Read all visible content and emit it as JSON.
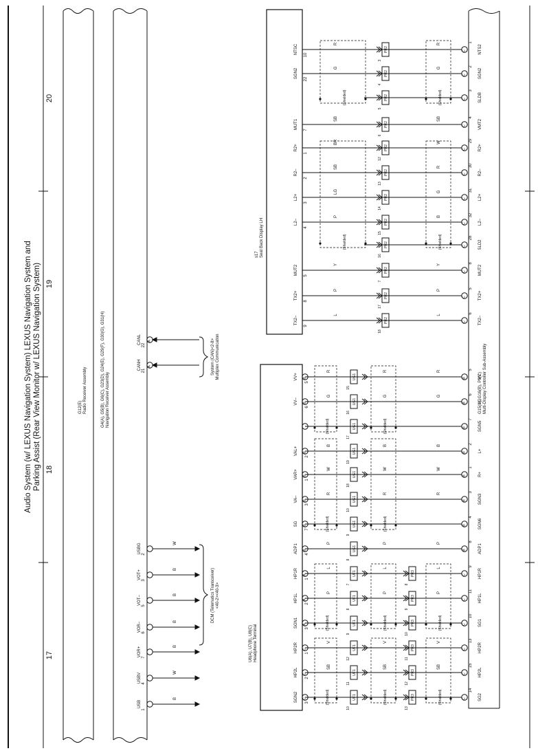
{
  "title_line1": "Audio System (w/ LEXUS Navigation System)  LEXUS Navigation System and",
  "title_line2": "Parking Assist (Rear View Monitor w/ LEXUS Navigation System)",
  "page_markers": [
    "20",
    "19",
    "18",
    "17"
  ],
  "g12_label": "G12(E)",
  "g12_name": "Radio Receiver Assembly",
  "nav_label": "G4(A), G5(B), G6(C), G23(D), G24(E), G29(F), G30(G), G31(H)",
  "nav_name": "Navigation Receiver Assembly",
  "s17_label": "s17",
  "s17_name": "Seat Back Display LH",
  "u6_label": "U6(A), U7(B), U8(C)",
  "u6_name": "Headphone Terminal",
  "g15_label": "G15(A), G16(B), P9(C)",
  "g15_name": "Multi-Display Controller Sub-Assembly",
  "dcm_label": "DCM (Telematics Transceiver)",
  "dcm_ref": "<40-2><40-3>",
  "mpx_line1": "Multiplex Communication",
  "mpx_line2": "System (CAN)<2-8>",
  "can_pins": [
    {
      "pin": "22",
      "name": "CANL",
      "conn": "A"
    },
    {
      "pin": "21",
      "name": "CANH",
      "conn": "A"
    }
  ],
  "dcm_pins": [
    {
      "pin": "2",
      "name": "USBG",
      "color": "W"
    },
    {
      "pin": "3",
      "name": "VOT+",
      "color": "B"
    },
    {
      "pin": "5",
      "name": "VOT–",
      "color": "B"
    },
    {
      "pin": "6",
      "name": "VOR–",
      "color": "B"
    },
    {
      "pin": "7",
      "name": "VOR+",
      "color": "B"
    },
    {
      "pin": "4",
      "name": "USBV",
      "color": "W"
    },
    {
      "pin": "1",
      "name": "USB",
      "color": "B"
    }
  ],
  "s17_wires": [
    {
      "lpin": "10",
      "lname": "NTSC",
      "c1": "R",
      "junction": "PR2",
      "jpin": "3",
      "c2": "R",
      "rpin": "1",
      "rconn": "C",
      "rname": "NTS2"
    },
    {
      "lpin": "22",
      "lname": "SGN2",
      "c1": "G",
      "junction": "PR2",
      "jpin": "4",
      "c2": "G",
      "rpin": "2",
      "rconn": "C",
      "rname": "SGN2"
    },
    {
      "lpin": "",
      "lname": "",
      "c1": "",
      "junction": "PR2",
      "jpin": "5",
      "c2": "",
      "rpin": "3",
      "rconn": "C",
      "rname": "SLDB"
    },
    {
      "lpin": "7",
      "lname": "MUT1",
      "c1": "SB",
      "junction": "PR2",
      "jpin": "6",
      "c2": "SB",
      "rpin": "4",
      "rconn": "C",
      "rname": "VMT2"
    },
    {
      "lpin": "1",
      "lname": "R2+",
      "c1": "BR",
      "junction": "PR2",
      "jpin": "12",
      "c2": "W",
      "rpin": "29",
      "rconn": "C",
      "rname": "R2+"
    },
    {
      "lpin": "2",
      "lname": "R2–",
      "c1": "SB",
      "junction": "PR2",
      "jpin": "13",
      "c2": "R",
      "rpin": "30",
      "rconn": "C",
      "rname": "R2–"
    },
    {
      "lpin": "3",
      "lname": "L2+",
      "c1": "LG",
      "junction": "PR2",
      "jpin": "14",
      "c2": "G",
      "rpin": "31",
      "rconn": "C",
      "rname": "L2+"
    },
    {
      "lpin": "4",
      "lname": "L2–",
      "c1": "P",
      "junction": "PR2",
      "jpin": "15",
      "c2": "B",
      "rpin": "32",
      "rconn": "C",
      "rname": "L2–"
    },
    {
      "lpin": "",
      "lname": "",
      "c1": "",
      "junction": "PR2",
      "jpin": "16",
      "c2": "",
      "rpin": "28",
      "rconn": "C",
      "rname": "SLD2"
    },
    {
      "lpin": "5",
      "lname": "MUT2",
      "c1": "Y",
      "junction": "PR2",
      "jpin": "7",
      "c2": "Y",
      "rpin": "8",
      "rconn": "C",
      "rname": "MUT2"
    },
    {
      "lpin": "8",
      "lname": "TX2+",
      "c1": "P",
      "junction": "PR2",
      "jpin": "17",
      "c2": "P",
      "rpin": "5",
      "rconn": "C",
      "rname": "TX2+"
    },
    {
      "lpin": "9",
      "lname": "TX2–",
      "c1": "L",
      "junction": "PR2",
      "jpin": "18",
      "c2": "L",
      "rpin": "6",
      "rconn": "C",
      "rname": "TX2–"
    }
  ],
  "u6_wires": [
    {
      "lpin": "5",
      "lconn": "B",
      "lname": "VV+",
      "c1": "R",
      "j1": "UG1",
      "j1pin": "15",
      "j2": "",
      "j2pin": "",
      "c2": "R",
      "c3": "R",
      "rpin": "5",
      "rconn": "B",
      "rname": "VV"
    },
    {
      "lpin": "6",
      "lconn": "B",
      "lname": "VV–",
      "c1": "G",
      "j1": "UG1",
      "j1pin": "16",
      "j2": "",
      "j2pin": "",
      "c2": "G",
      "c3": "G",
      "rpin": "6",
      "rconn": "B",
      "rname": "VG"
    },
    {
      "lpin": "",
      "lconn": "",
      "lname": "",
      "c1": "",
      "j1": "UG1",
      "j1pin": "17",
      "j2": "",
      "j2pin": "",
      "c2": "",
      "c3": "",
      "rpin": "7",
      "rconn": "B",
      "rname": "SGN5"
    },
    {
      "lpin": "2",
      "lconn": "B",
      "lname": "VAL+",
      "c1": "B",
      "j1": "UG1",
      "j1pin": "19",
      "j2": "",
      "j2pin": "",
      "c2": "B",
      "c3": "B",
      "rpin": "2",
      "rconn": "B",
      "rname": "L+"
    },
    {
      "lpin": "1",
      "lconn": "B",
      "lname": "VAR+",
      "c1": "W",
      "j1": "UG1",
      "j1pin": "18",
      "j2": "",
      "j2pin": "",
      "c2": "W",
      "c3": "W",
      "rpin": "1",
      "rconn": "B",
      "rname": "R+"
    },
    {
      "lpin": "3",
      "lconn": "B",
      "lname": "VA–",
      "c1": "R",
      "j1": "UG1",
      "j1pin": "10",
      "j2": "",
      "j2pin": "",
      "c2": "R",
      "c3": "R",
      "rpin": "3",
      "rconn": "B",
      "rname": "SGN3"
    },
    {
      "lpin": "7",
      "lconn": "B",
      "lname": "SG",
      "c1": "",
      "j1": "UG1",
      "j1pin": "9",
      "j2": "",
      "j2pin": "",
      "c2": "",
      "c3": "",
      "rpin": "4",
      "rconn": "B",
      "rname": "SGN6"
    },
    {
      "lpin": "4",
      "lconn": "B",
      "lname": "ADP1",
      "c1": "P",
      "j1": "UG1",
      "j1pin": "8",
      "j2": "",
      "j2pin": "",
      "c2": "P",
      "c3": "P",
      "rpin": "8",
      "rconn": "B",
      "rname": "ADP1"
    },
    {
      "lpin": "1",
      "lconn": "A",
      "lname": "HP1R",
      "c1": "L",
      "j1": "UF1",
      "j1pin": "7",
      "j2": "PR3",
      "j2pin": "8",
      "c2": "L",
      "c3": "L",
      "rpin": "9",
      "rconn": "C",
      "rname": "HP1R"
    },
    {
      "lpin": "2",
      "lconn": "A",
      "lname": "HP1L",
      "c1": "P",
      "j1": "UF1",
      "j1pin": "8",
      "j2": "PR3",
      "j2pin": "9",
      "c2": "P",
      "c3": "P",
      "rpin": "11",
      "rconn": "C",
      "rname": "HP1L"
    },
    {
      "lpin": "3",
      "lconn": "A",
      "lname": "SGN1",
      "c1": "",
      "j1": "UF1",
      "j1pin": "9",
      "j2": "PR3",
      "j2pin": "10",
      "c2": "",
      "c3": "",
      "rpin": "10",
      "rconn": "C",
      "rname": "SG1"
    },
    {
      "lpin": "1",
      "lconn": "C",
      "lname": "HP2R",
      "c1": "V",
      "j1": "UF1",
      "j1pin": "12",
      "j2": "PR3",
      "j2pin": "11",
      "c2": "V",
      "c3": "V",
      "rpin": "13",
      "rconn": "C",
      "rname": "HP2R"
    },
    {
      "lpin": "2",
      "lconn": "C",
      "lname": "HP2L",
      "c1": "SB",
      "j1": "UF1",
      "j1pin": "11",
      "j2": "PR3",
      "j2pin": "12",
      "c2": "SB",
      "c3": "SB",
      "rpin": "15",
      "rconn": "C",
      "rname": "HP2L"
    },
    {
      "lpin": "3",
      "lconn": "C",
      "lname": "SGN2",
      "c1": "",
      "j1": "UF1",
      "j1pin": "10",
      "j2": "PR3",
      "j2pin": "13",
      "c2": "",
      "c3": "",
      "rpin": "14",
      "rconn": "C",
      "rname": "SG2"
    }
  ],
  "shielded_label": "(Shielded)"
}
